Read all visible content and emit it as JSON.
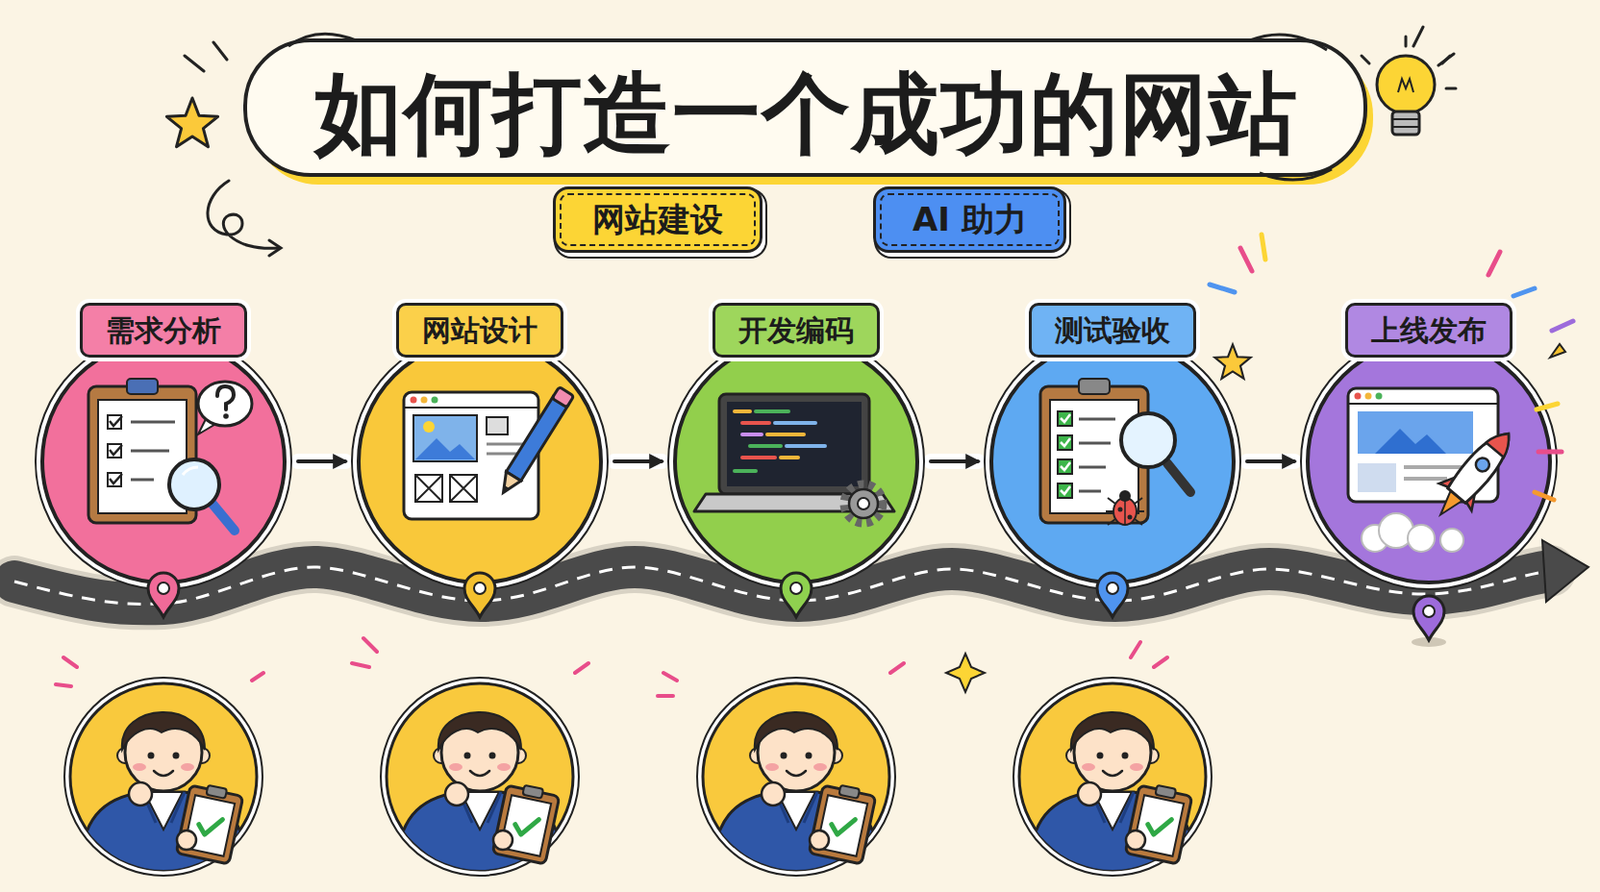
{
  "diagram": {
    "title": "如何打造一个成功的网站",
    "nodes": [
      {
        "text": [
          "网站建设"
        ]
      },
      {
        "text": [
          "AI 助力"
        ]
      },
      {
        "text": [
          "需求分析"
        ]
      },
      {
        "text": [
          "网站设计"
        ]
      },
      {
        "text": [
          "开发编码"
        ]
      },
      {
        "text": [
          "测试验收"
        ]
      },
      {
        "text": [
          "上线发布"
        ]
      }
    ],
    "edges": [
      {
        "from": 2,
        "to": 3,
        "arrow": "to"
      },
      {
        "from": 3,
        "to": 4,
        "arrow": "to"
      },
      {
        "from": 4,
        "to": 5,
        "arrow": "to"
      },
      {
        "from": 5,
        "to": 6,
        "arrow": "to"
      }
    ]
  }
}
